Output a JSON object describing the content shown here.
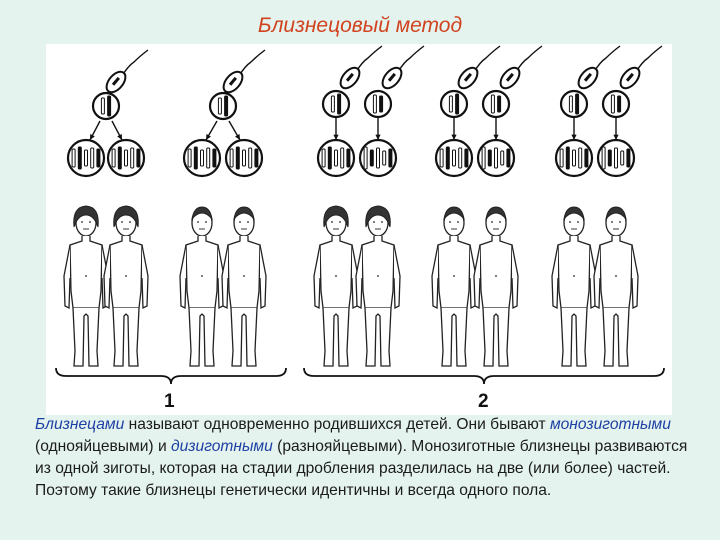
{
  "title": "Близнецовый метод",
  "figure": {
    "group_labels": [
      "1",
      "2"
    ]
  },
  "caption": {
    "term1": "Близнецами",
    "text1": " называют одновременно родившихся детей. Они бывают ",
    "term2": "монозиготными",
    "text2": " (однояйцевыми) и ",
    "term3": "дизиготными",
    "text3": " (разнояйцевыми). Монозиготные близнецы развиваются из одной зиготы, которая на стадии дробления разделилась на две (или более) частей. Поэтому такие близнецы генетически идентичны и всегда одного пола."
  },
  "colors": {
    "title": "#d1431f",
    "term": "#1d3fa3",
    "background": "#e4f3ee"
  }
}
